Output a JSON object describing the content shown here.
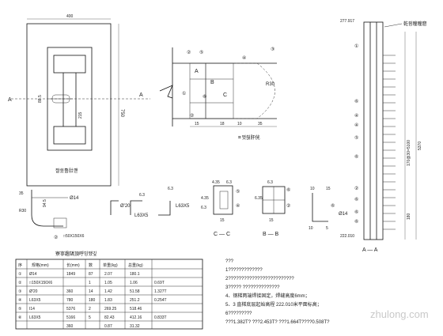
{
  "plan_view": {
    "dim_width": "400",
    "dim_height": "750",
    "dim_inner": "215",
    "dim_small": "88.5",
    "section_mark": "A"
  },
  "elevation_view": {
    "caption": "ㅍ쩟춵肝侊",
    "labels": {
      "A": "A",
      "B": "B",
      "C": "C"
    },
    "callouts": [
      "②",
      "⑤",
      "④",
      "③",
      "①",
      "⑥",
      "②"
    ],
    "dim_R": "R30",
    "dims_bottom": [
      "15",
      "18",
      "10",
      "35"
    ]
  },
  "rod_detail": {
    "caption": "짤쏬鲁肚깯",
    "dim_left": "35",
    "dim_r": "R30",
    "dim_v": "94.5",
    "callout": "②",
    "bar_label": "Ø14",
    "plate_label": "□50X150X6"
  },
  "angle_details": [
    {
      "label": "Ø'20",
      "dim": ""
    },
    {
      "label": "L63X5",
      "dim": "6.3"
    },
    {
      "label": "L63X5",
      "dim": "6.3"
    }
  ],
  "section_CC": {
    "title": "C — C",
    "dims": [
      "4.35",
      "6.3",
      "4.35",
      "6.3",
      "15"
    ],
    "callouts": [
      "⑤",
      "④"
    ]
  },
  "section_BB": {
    "title": "B — B",
    "dims": [
      "6.35",
      "6.3",
      "15"
    ],
    "callouts": [
      "⑥",
      "②"
    ]
  },
  "small_detail": {
    "dims": [
      "10",
      "15",
      "10",
      "5"
    ],
    "callout": "⑥",
    "label": "Ø14"
  },
  "section_AA": {
    "title": "A — A",
    "top_label": "277.917",
    "bottom_label": "222.010",
    "leader_label": "乾쥠瞳瞳窟",
    "dims_vertical": [
      "170@30=5100",
      "5370",
      "180"
    ],
    "callouts": [
      "①",
      "⑥",
      "④",
      "④",
      "⑤",
      "⑥",
      "②",
      "⑥",
      "⑥",
      "⑥"
    ]
  },
  "bom_table": {
    "title": "寮寧趣鵠頂呼밍쨌깊",
    "headers": [
      "序",
      "规格(mm)",
      "长(mm)",
      "数",
      "单重(kg)",
      "总重(kg)",
      ""
    ],
    "rows": [
      [
        "①",
        "Ø14",
        "1849",
        "87",
        "2.07",
        "180.1",
        ""
      ],
      [
        "②",
        "□150X150X6",
        "",
        "1",
        "1.05",
        "1.06",
        "0.69T"
      ],
      [
        "③",
        "Ø'20",
        "360",
        "14",
        "1.42",
        "51.58",
        "1.327T"
      ],
      [
        "④",
        "L63X5",
        "780",
        "180",
        "1.83",
        "251.2",
        "0.254T"
      ],
      [
        "⑤",
        "I14",
        "5376",
        "2",
        "269.25",
        "518.46",
        ""
      ],
      [
        "⑥",
        "L63X5",
        "5166",
        "5",
        "82.43",
        "412.16",
        "0.833T"
      ]
    ],
    "extra_row": [
      "",
      "",
      "360",
      "",
      "0.87",
      "31.32",
      ""
    ]
  },
  "notes": {
    "lines": [
      "???",
      "1?????????????",
      "2?????????????????????????",
      "3?????   ??????????????",
      "4、钢梯两端焊接固定，焊缝高度6mm；",
      "5、3  直梯底层起始高程 222.010米平面标高；",
      "6?????????",
      "   ???1.382T?   ???2.453T?   ???1.664T????0.508T?"
    ]
  },
  "watermark": "zhulong.com"
}
